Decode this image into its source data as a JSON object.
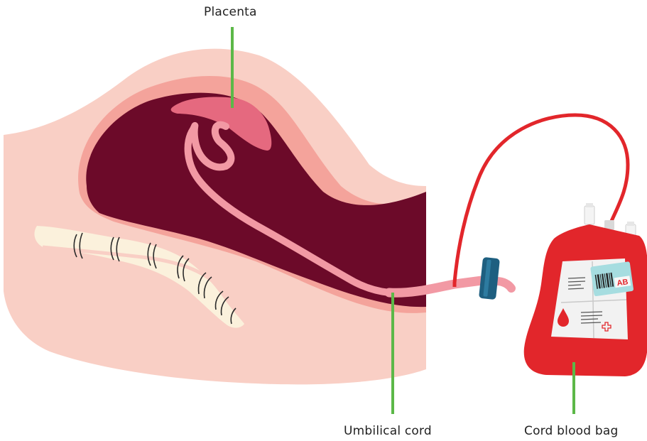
{
  "labels": {
    "placenta": "Placenta",
    "umbilical_cord": "Umbilical cord",
    "cord_blood_bag": "Cord blood bag"
  },
  "bag": {
    "blood_type": "AB"
  },
  "colors": {
    "leader_line": "#5cb848",
    "bag_red": "#e2262b",
    "uterus_cavity": "#6c0a29",
    "placenta": "#e5697f",
    "cord": "#f299a4",
    "skin_outer": "#f9cfc5",
    "uterus_wall": "#f4a39b",
    "clamp": "#1e5f80"
  },
  "icons": [
    "barcode-icon",
    "blood-drop-icon",
    "medical-cross-icon"
  ]
}
